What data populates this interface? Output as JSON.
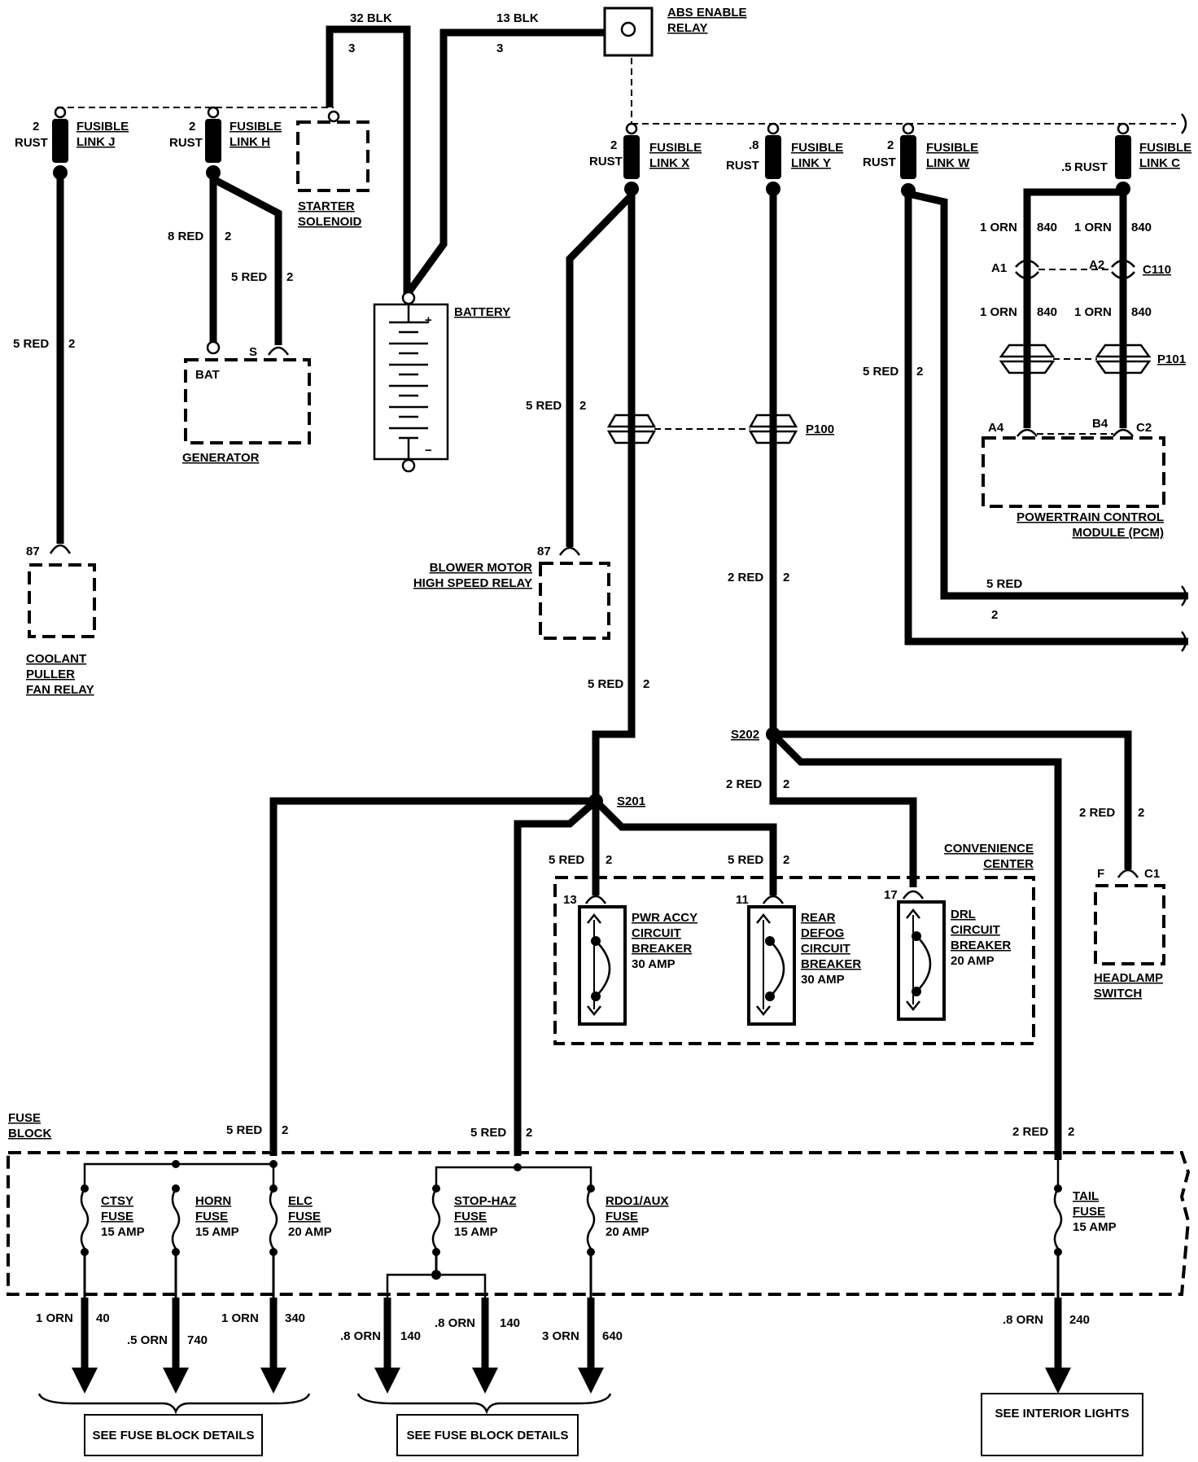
{
  "title": "",
  "components": {
    "abs_relay": [
      "ABS ENABLE",
      "RELAY"
    ],
    "starter": [
      "STARTER",
      "SOLENOID"
    ],
    "battery": "BATTERY",
    "generator": "GENERATOR",
    "generator_bat": "BAT",
    "generator_pin": "S",
    "coolant_relay": [
      "COOLANT",
      "PULLER",
      "FAN RELAY"
    ],
    "coolant_pin": "87",
    "blower_relay": [
      "BLOWER MOTOR",
      "HIGH SPEED RELAY"
    ],
    "blower_pin": "87",
    "pcm": [
      "POWERTRAIN CONTROL",
      "MODULE (PCM)"
    ],
    "headlamp": [
      "HEADLAMP",
      "SWITCH"
    ],
    "headlamp_pins": {
      "left": "F",
      "right": "C1"
    },
    "convenience": [
      "CONVENIENCE",
      "CENTER"
    ],
    "fuse_block": [
      "FUSE",
      "BLOCK"
    ],
    "see_fuse_1": "SEE FUSE BLOCK DETAILS",
    "see_fuse_2": "SEE FUSE BLOCK DETAILS",
    "see_interior": "SEE INTERIOR LIGHTS"
  },
  "fusible_links": [
    {
      "name": [
        "FUSIBLE",
        "LINK J"
      ],
      "size": "2",
      "color": "RUST"
    },
    {
      "name": [
        "FUSIBLE",
        "LINK H"
      ],
      "size": "2",
      "color": "RUST"
    },
    {
      "name": [
        "FUSIBLE",
        "LINK X"
      ],
      "size": "2",
      "color": "RUST"
    },
    {
      "name": [
        "FUSIBLE",
        "LINK Y"
      ],
      "size": ".8",
      "color": "RUST"
    },
    {
      "name": [
        "FUSIBLE",
        "LINK W"
      ],
      "size": "2",
      "color": "RUST"
    },
    {
      "name": [
        "FUSIBLE",
        "LINK C"
      ],
      "size": ".5",
      "color": "RUST"
    }
  ],
  "breakers": [
    {
      "pin": "13",
      "lines": [
        "PWR ACCY",
        "CIRCUIT",
        "BREAKER",
        "30 AMP"
      ]
    },
    {
      "pin": "11",
      "lines": [
        "REAR",
        "DEFOG",
        "CIRCUIT",
        "BREAKER",
        "30 AMP"
      ]
    },
    {
      "pin": "17",
      "lines": [
        "DRL",
        "CIRCUIT",
        "BREAKER",
        "20 AMP"
      ]
    }
  ],
  "fuses": [
    {
      "lines": [
        "CTSY",
        "FUSE",
        "15 AMP"
      ]
    },
    {
      "lines": [
        "HORN",
        "FUSE",
        "15 AMP"
      ]
    },
    {
      "lines": [
        "ELC",
        "FUSE",
        "20 AMP"
      ]
    },
    {
      "lines": [
        "STOP-HAZ",
        "FUSE",
        "15 AMP"
      ]
    },
    {
      "lines": [
        "RDO1/AUX",
        "FUSE",
        "20 AMP"
      ]
    },
    {
      "lines": [
        "TAIL",
        "FUSE",
        "15 AMP"
      ]
    }
  ],
  "connectors": {
    "p100": "P100",
    "p101": "P101",
    "c110": "C110",
    "a1": "A1",
    "a2": "A2",
    "a4": "A4",
    "b4": "B4",
    "c2": "C2",
    "s201": "S201",
    "s202": "S202"
  },
  "wires": {
    "w32blk": "32 BLK",
    "w32num": "3",
    "w13blk": "13 BLK",
    "w13num": "3",
    "j_label": "5 RED",
    "j_num": "2",
    "h1_label": "8 RED",
    "h1_num": "2",
    "h2_label": "5 RED",
    "h2_num": "2",
    "x_blower_label": "5 RED",
    "x_blower_num": "2",
    "x_main_label": "5 RED",
    "x_main_num": "2",
    "y_label": "2 RED",
    "y_num": "2",
    "w_label": "5 RED",
    "w_num": "2",
    "w_out1": "5 RED",
    "w_out2": "2",
    "c_l1": "1 ORN",
    "c_n1": "840",
    "c_l2": "1 ORN",
    "c_n2": "840",
    "c_l3": "1 ORN",
    "c_n3": "840",
    "c_l4": "1 ORN",
    "c_n4": "840",
    "s201_a_label": "5 RED",
    "s201_a_num": "2",
    "s201_b_label": "5 RED",
    "s201_b_num": "2",
    "s202_a_label": "2 RED",
    "s202_a_num": "2",
    "s202_b_label": "2 RED",
    "s202_b_num": "2",
    "fb1_label": "5 RED",
    "fb1_num": "2",
    "fb2_label": "5 RED",
    "fb2_num": "2",
    "fb3_label": "2 RED",
    "fb3_num": "2",
    "o1_label": "1 ORN",
    "o1_num": "40",
    "o2_label": ".5 ORN",
    "o2_num": "740",
    "o3_label": "1 ORN",
    "o3_num": "340",
    "o4_label": ".8 ORN",
    "o4_num": "140",
    "o5_label": ".8 ORN",
    "o5_num": "140",
    "o6_label": "3 ORN",
    "o6_num": "640",
    "o7_label": ".8 ORN",
    "o7_num": "240"
  }
}
